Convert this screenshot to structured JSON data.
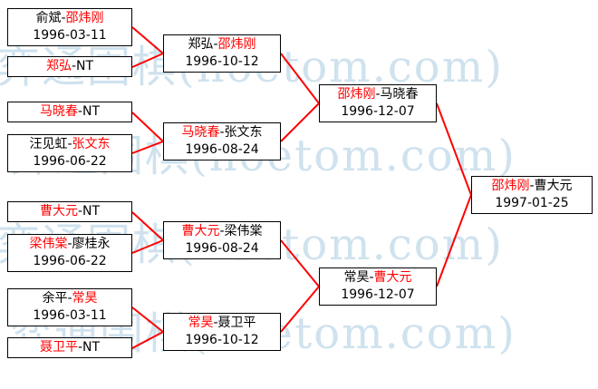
{
  "watermark": {
    "text": "弈通围棋(hoetom.com)",
    "color": "#cfe2ee"
  },
  "bracket": {
    "separator": "-",
    "winner_color": "#ff0000",
    "line_color": "#ff0000",
    "matches": [
      {
        "id": "r1m1",
        "round": 1,
        "p1": "俞斌",
        "p2": "邵炜刚",
        "winner": 2,
        "date": "1996-03-11"
      },
      {
        "id": "r1m2",
        "round": 1,
        "p1": "郑弘",
        "p2": "NT",
        "winner": 1,
        "date": ""
      },
      {
        "id": "r1m3",
        "round": 1,
        "p1": "马晓春",
        "p2": "NT",
        "winner": 1,
        "date": ""
      },
      {
        "id": "r1m4",
        "round": 1,
        "p1": "汪见虹",
        "p2": "张文东",
        "winner": 2,
        "date": "1996-06-22"
      },
      {
        "id": "r1m5",
        "round": 1,
        "p1": "曹大元",
        "p2": "NT",
        "winner": 1,
        "date": ""
      },
      {
        "id": "r1m6",
        "round": 1,
        "p1": "梁伟棠",
        "p2": "廖桂永",
        "winner": 1,
        "date": "1996-06-22"
      },
      {
        "id": "r1m7",
        "round": 1,
        "p1": "余平",
        "p2": "常昊",
        "winner": 2,
        "date": "1996-03-11"
      },
      {
        "id": "r1m8",
        "round": 1,
        "p1": "聂卫平",
        "p2": "NT",
        "winner": 1,
        "date": ""
      },
      {
        "id": "r2m1",
        "round": 2,
        "p1": "郑弘",
        "p2": "邵炜刚",
        "winner": 2,
        "date": "1996-10-12"
      },
      {
        "id": "r2m2",
        "round": 2,
        "p1": "马晓春",
        "p2": "张文东",
        "winner": 1,
        "date": "1996-08-24"
      },
      {
        "id": "r2m3",
        "round": 2,
        "p1": "曹大元",
        "p2": "梁伟棠",
        "winner": 1,
        "date": "1996-08-24"
      },
      {
        "id": "r2m4",
        "round": 2,
        "p1": "常昊",
        "p2": "聂卫平",
        "winner": 1,
        "date": "1996-10-12"
      },
      {
        "id": "r3m1",
        "round": 3,
        "p1": "邵炜刚",
        "p2": "马晓春",
        "winner": 1,
        "date": "1996-12-07"
      },
      {
        "id": "r3m2",
        "round": 3,
        "p1": "常昊",
        "p2": "曹大元",
        "winner": 2,
        "date": "1996-12-07"
      },
      {
        "id": "f1",
        "round": 4,
        "p1": "邵炜刚",
        "p2": "曹大元",
        "winner": 1,
        "date": "1997-01-25"
      }
    ]
  }
}
